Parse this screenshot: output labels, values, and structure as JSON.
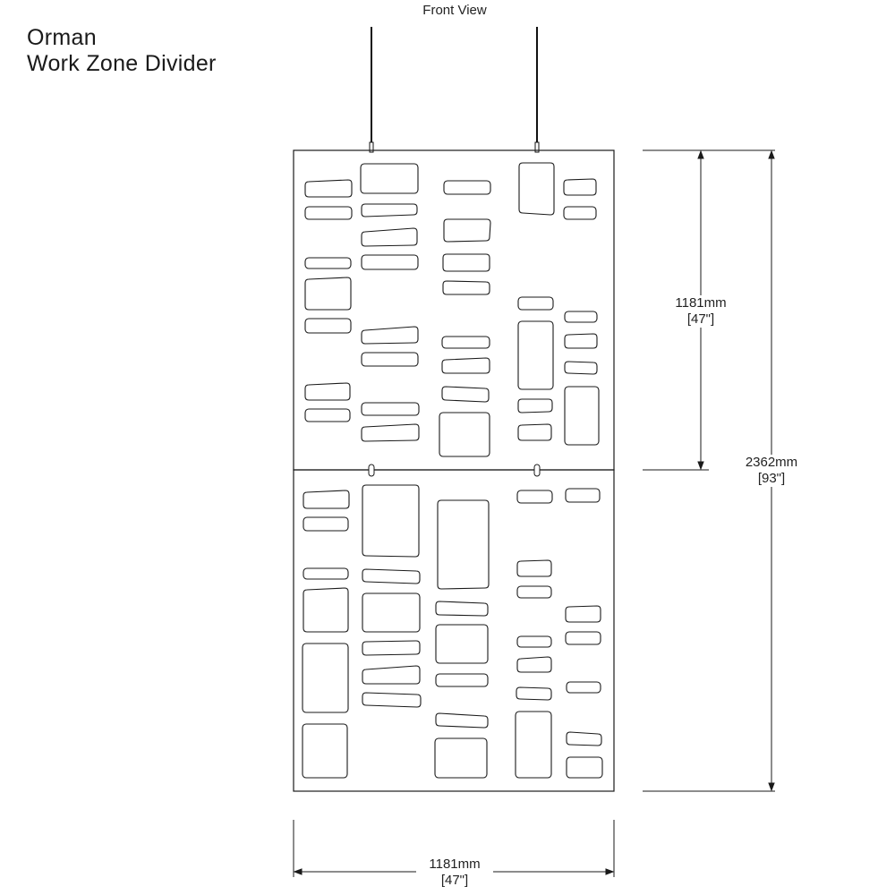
{
  "title": {
    "line1": "Orman",
    "line2": "Work Zone Divider"
  },
  "view_label": "Front View",
  "dimensions": {
    "panel_height": {
      "mm": "1181mm",
      "in": "[47\"]"
    },
    "total_height": {
      "mm": "2362mm",
      "in": "[93\"]"
    },
    "width": {
      "mm": "1181mm",
      "in": "[47\"]"
    }
  },
  "colors": {
    "line": "#1a1a1a",
    "cable": "#111111",
    "background": "#ffffff"
  }
}
